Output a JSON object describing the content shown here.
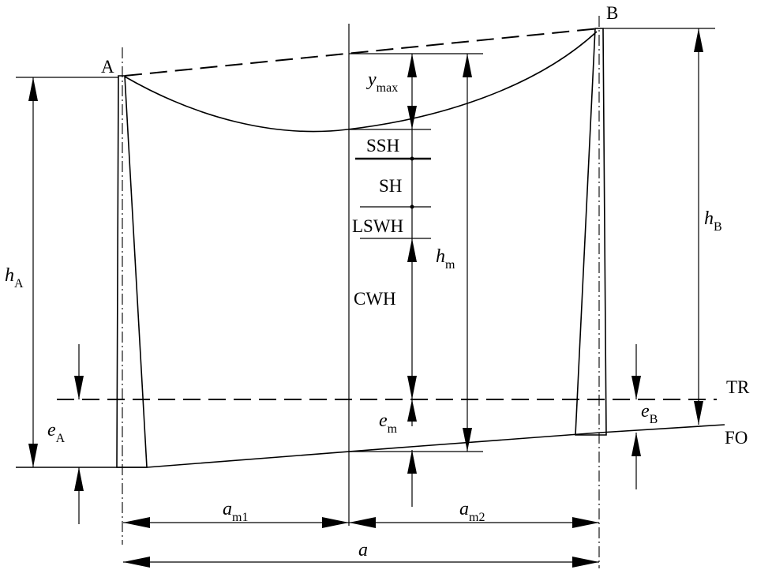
{
  "labels": {
    "A": "A",
    "B": "B",
    "ymax_main": "y",
    "ymax_sub": "max",
    "SSH": "SSH",
    "SH": "SH",
    "LSWH": "LSWH",
    "CWH": "CWH",
    "hA_main": "h",
    "hA_sub": "A",
    "hB_main": "h",
    "hB_sub": "B",
    "hm_main": "h",
    "hm_sub": "m",
    "eA_main": "e",
    "eA_sub": "A",
    "eB_main": "e",
    "eB_sub": "B",
    "em_main": "e",
    "em_sub": "m",
    "TR": "TR",
    "FO": "FO",
    "am1_main": "a",
    "am1_sub": "m1",
    "am2_main": "a",
    "am2_sub": "m2",
    "a": "a"
  }
}
